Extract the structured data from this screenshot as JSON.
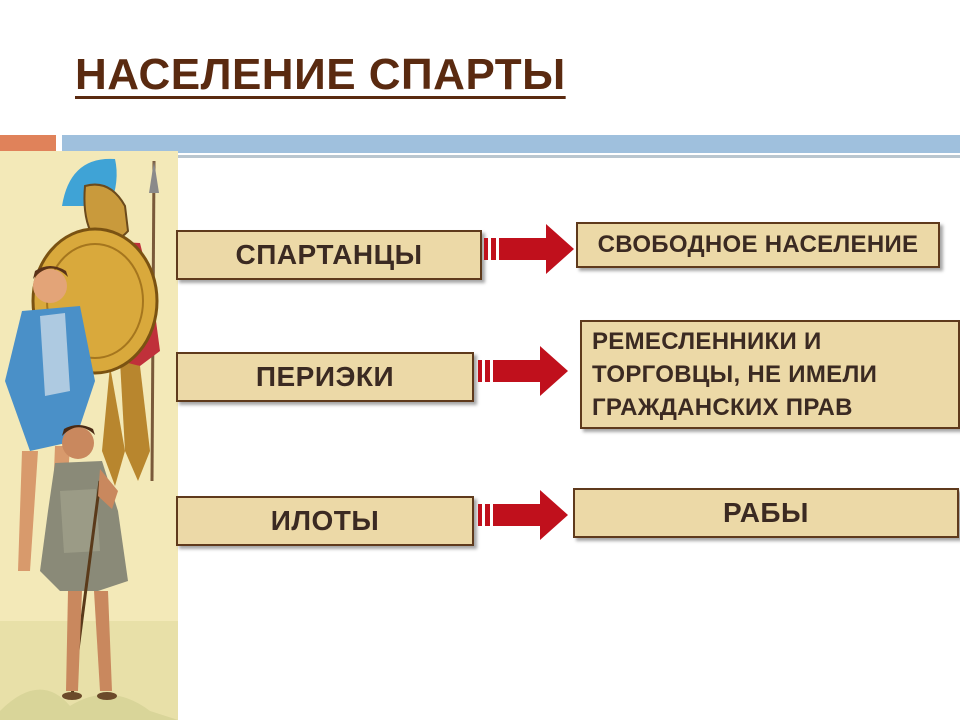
{
  "slide": {
    "title": "НАСЕЛЕНИЕ СПАРТЫ",
    "rows": [
      {
        "group": "СПАРТАНЦЫ",
        "description": "СВОБОДНОЕ НАСЕЛЕНИЕ"
      },
      {
        "group": "ПЕРИЭКИ",
        "description": "РЕМЕСЛЕННИКИ И ТОРГОВЦЫ, НЕ ИМЕЛИ ГРАЖДАНСКИХ ПРАВ"
      },
      {
        "group": "ИЛОТЫ",
        "description": "РАБЫ"
      }
    ],
    "colors": {
      "title": "#5a2a10",
      "box_fill": "#ecd9a7",
      "box_border": "#5f3a1c",
      "arrow": "#c0101c",
      "bar_orange": "#e0825a",
      "bar_blue": "#9fc0dd"
    },
    "illustration": "spartan-warrior-perioikos-helot-illustration"
  }
}
